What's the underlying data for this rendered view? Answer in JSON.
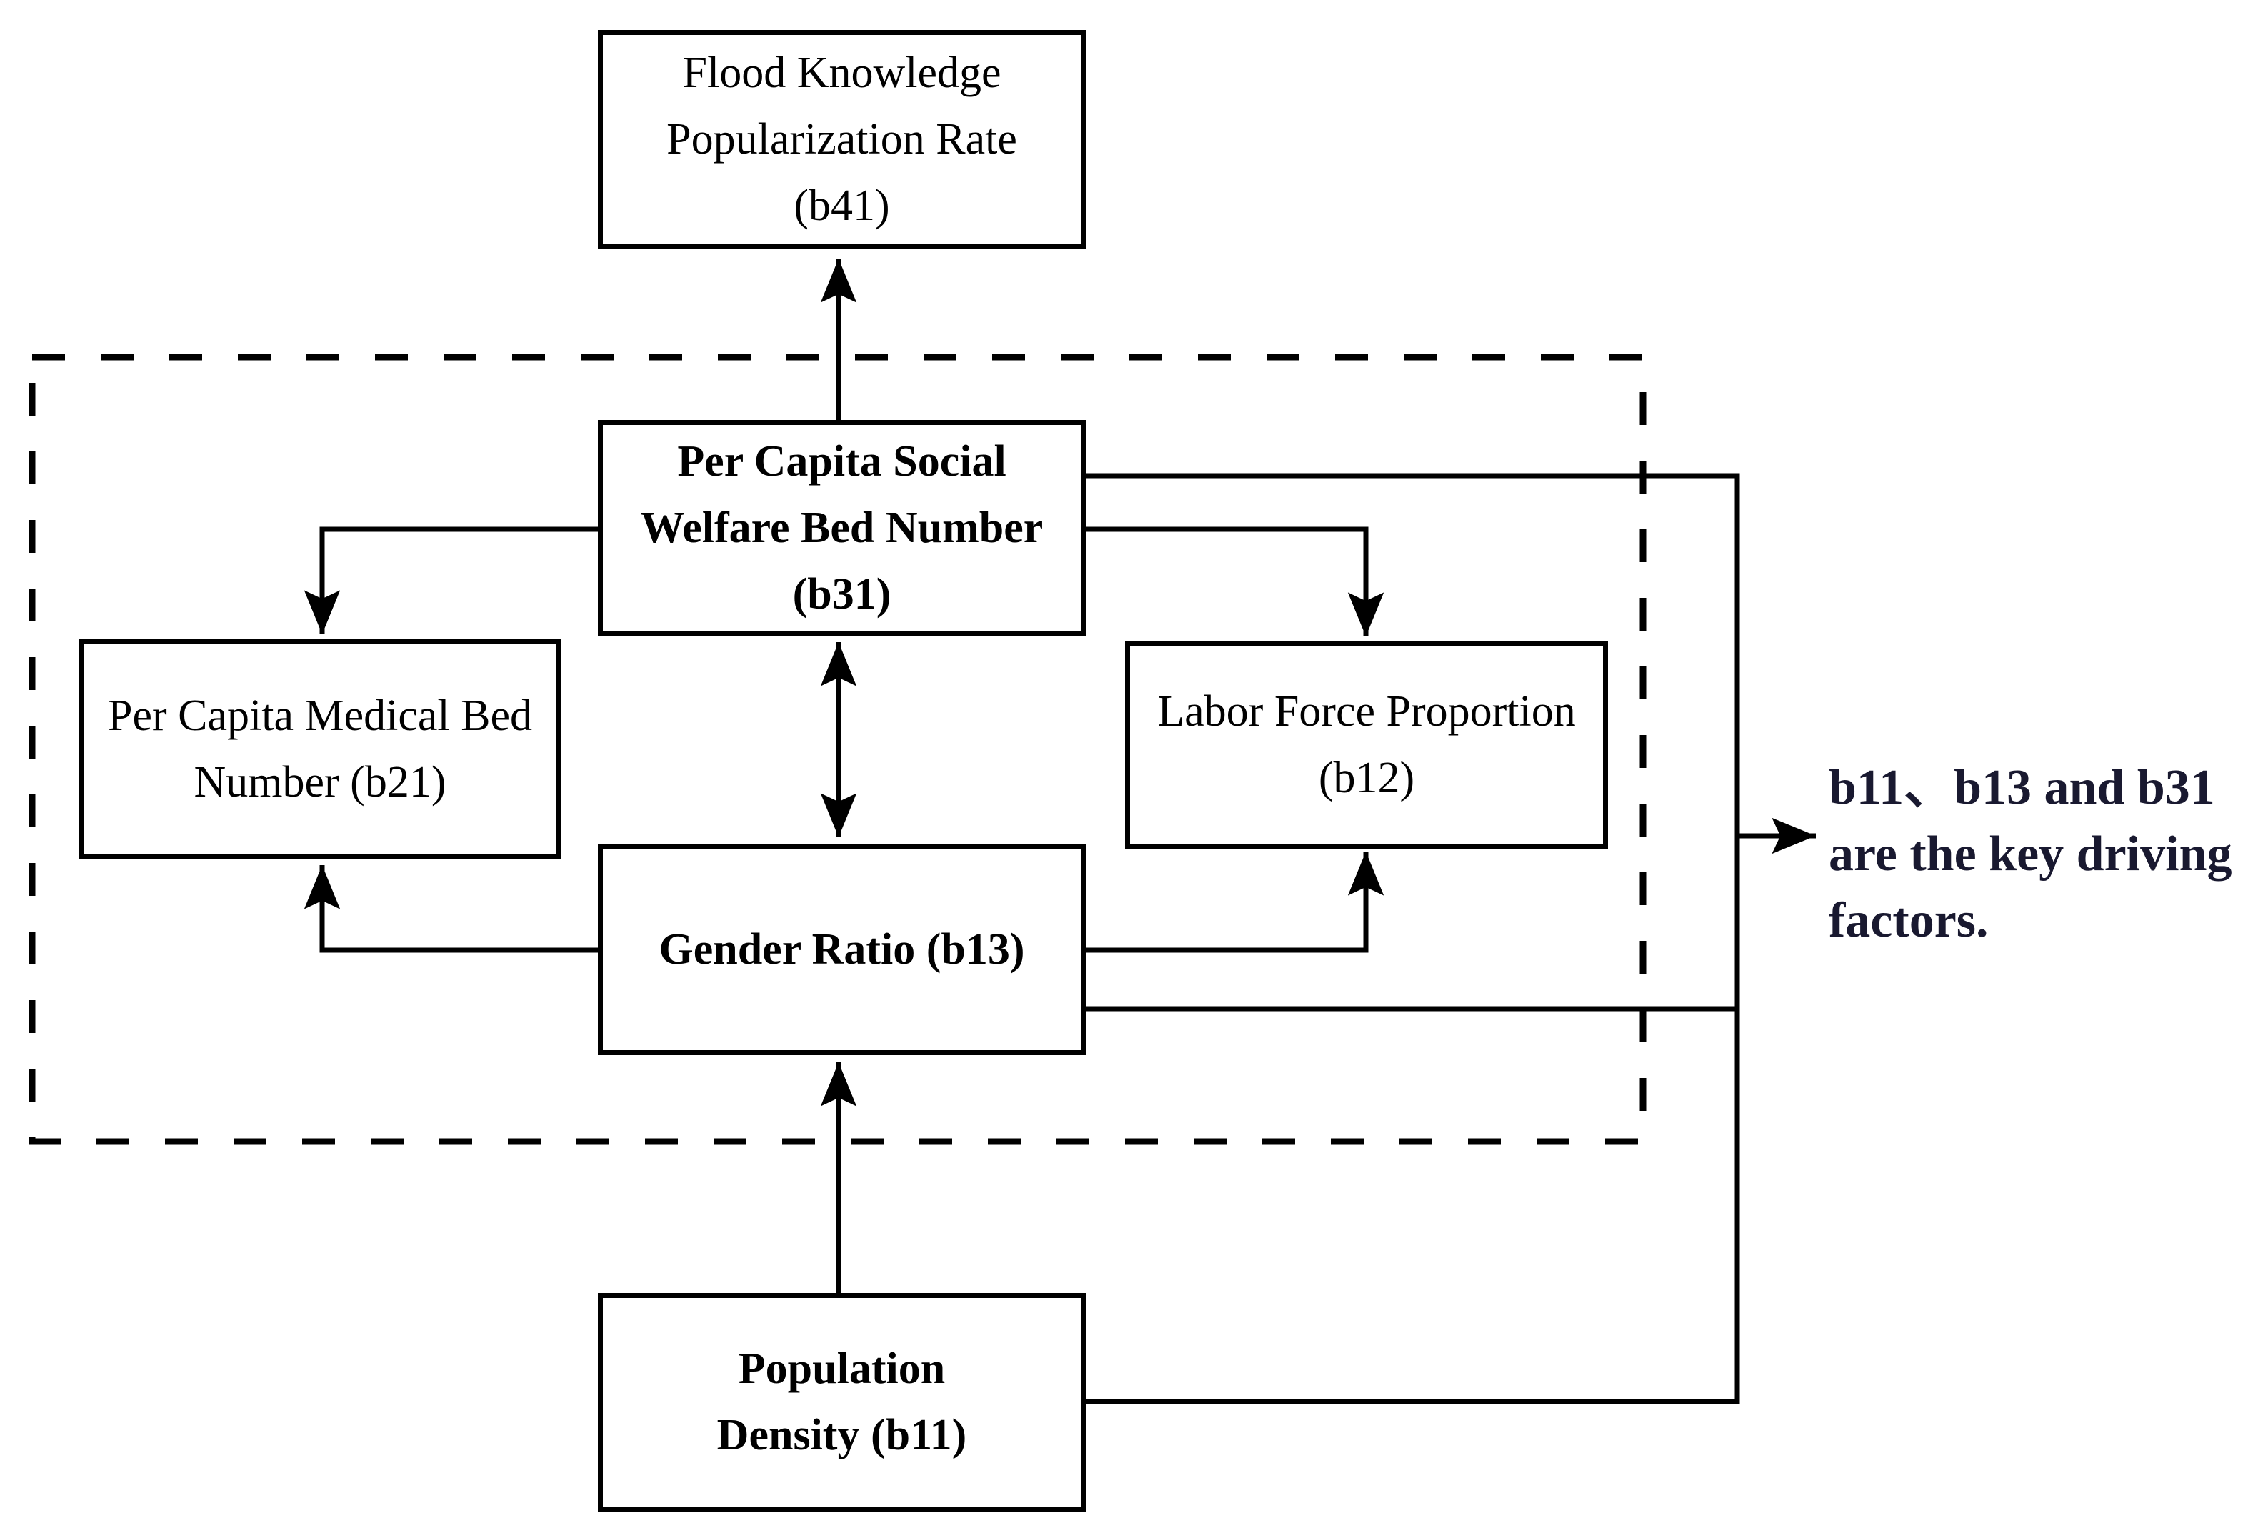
{
  "diagram": {
    "title": "Key driving factors diagram",
    "background_color": "#ffffff",
    "line_color": "#000000",
    "text_color": "#000000",
    "note_text_color": "#191930",
    "boxes": {
      "b41": {
        "id": "b41",
        "bold": false,
        "lines": [
          "Flood Knowledge",
          "Popularization Rate",
          "(b41)"
        ],
        "label": "Flood Knowledge Popularization Rate (b41)"
      },
      "b31": {
        "id": "b31",
        "bold": true,
        "lines": [
          "Per Capita Social",
          "Welfare Bed Number",
          "(b31)"
        ],
        "label": "Per Capita Social Welfare Bed Number (b31)"
      },
      "b21": {
        "id": "b21",
        "bold": false,
        "lines": [
          "Per Capita Medical Bed",
          "Number (b21)"
        ],
        "label": "Per Capita Medical Bed Number (b21)"
      },
      "b12": {
        "id": "b12",
        "bold": false,
        "lines": [
          "Labor Force Proportion",
          "(b12)"
        ],
        "label": "Labor Force Proportion (b12)"
      },
      "b13": {
        "id": "b13",
        "bold": true,
        "lines": [
          "Gender Ratio (b13)"
        ],
        "label": "Gender Ratio (b13)"
      },
      "b11": {
        "id": "b11",
        "bold": true,
        "lines": [
          "Population",
          "Density (b11)"
        ],
        "label": "Population Density (b11)"
      }
    },
    "note": {
      "lines": [
        "b11、b13 and b31",
        "are the key driving",
        "factors."
      ],
      "text": "b11、b13 and b31 are the key driving factors."
    },
    "edges": [
      {
        "from": "b31",
        "to": "b41",
        "style": "arrow"
      },
      {
        "from": "b31",
        "to": "b13",
        "style": "double-arrow"
      },
      {
        "from": "b31",
        "to": "b21",
        "style": "arrow"
      },
      {
        "from": "b31",
        "to": "b12",
        "style": "arrow"
      },
      {
        "from": "b13",
        "to": "b21",
        "style": "arrow"
      },
      {
        "from": "b13",
        "to": "b12",
        "style": "arrow"
      },
      {
        "from": "b11",
        "to": "b13",
        "style": "arrow"
      },
      {
        "from": "b31+b13+b11",
        "to": "note",
        "style": "bus-arrow"
      }
    ],
    "dashed_boundary": {
      "encloses": [
        "b31",
        "b21",
        "b12",
        "b13"
      ]
    }
  }
}
